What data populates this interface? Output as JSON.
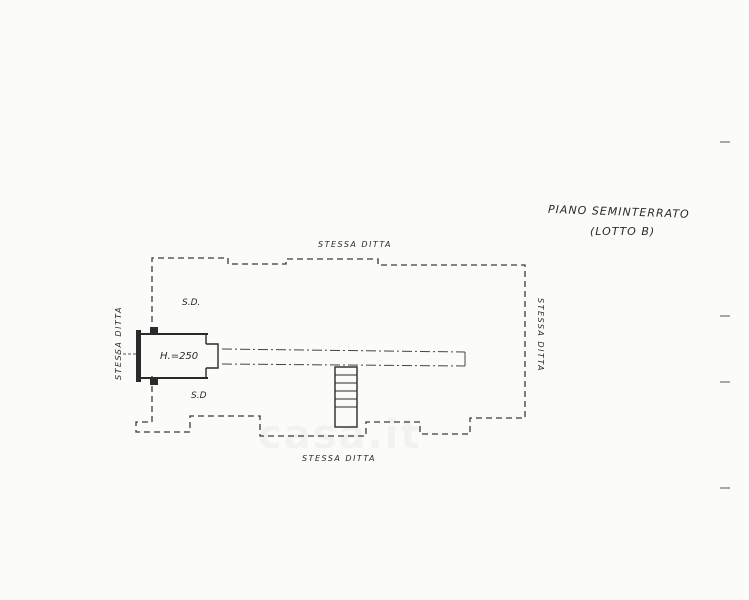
{
  "title": {
    "line1": "PIANO SEMINTERRATO",
    "line2": "(LOTTO B)"
  },
  "labels": {
    "top": "STESSA DITTA",
    "bottom": "STESSA DITTA",
    "left": "STESSA DITTA",
    "right": "STESSA DITTA",
    "sd_upper": "S.D.",
    "sd_lower": "S.D",
    "height": "H.=250"
  },
  "watermark": "casa.it",
  "colors": {
    "ink": "#2a2a2a",
    "paper": "#fbfbfa"
  }
}
